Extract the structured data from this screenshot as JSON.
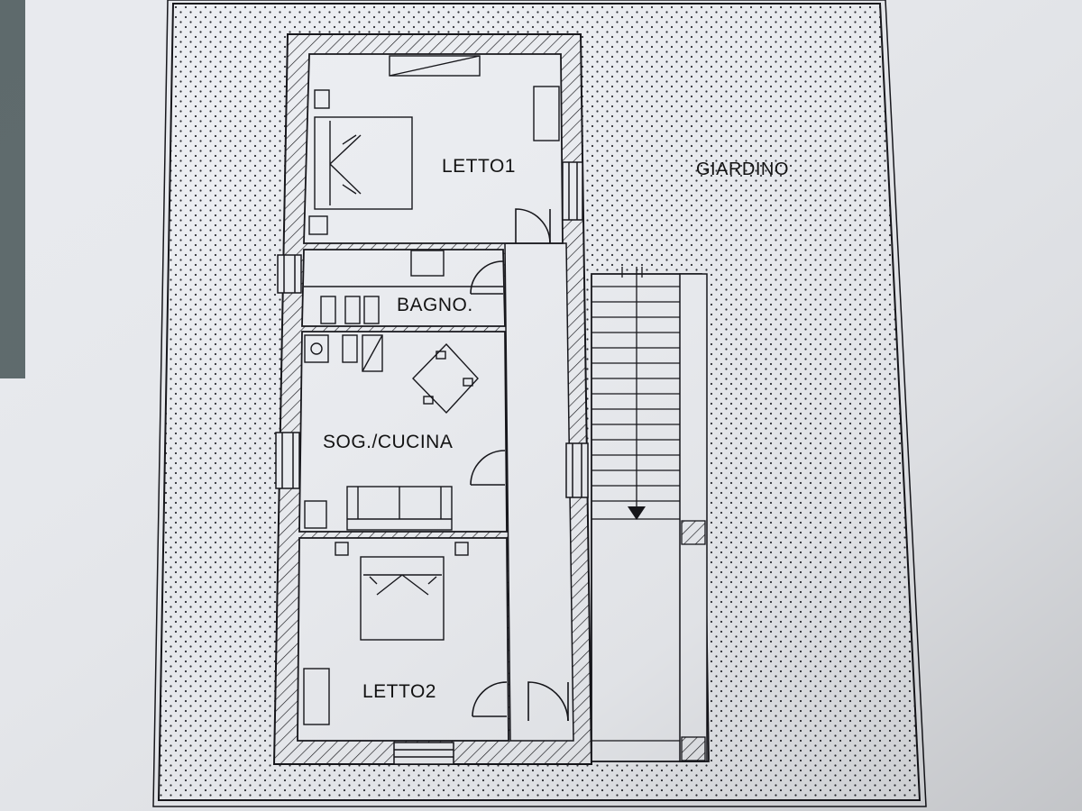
{
  "plan": {
    "rooms": {
      "letto1": "LETTO1",
      "bagno": "BAGNO.",
      "soggiorno_cucina": "SOG./CUCINA",
      "letto2": "LETTO2"
    },
    "outdoor": {
      "giardino": "GIARDINO"
    }
  },
  "colors": {
    "paper": "#eceef2",
    "ink": "#15151a",
    "dots": "#2b2d33",
    "background": "#6f7a7c"
  }
}
